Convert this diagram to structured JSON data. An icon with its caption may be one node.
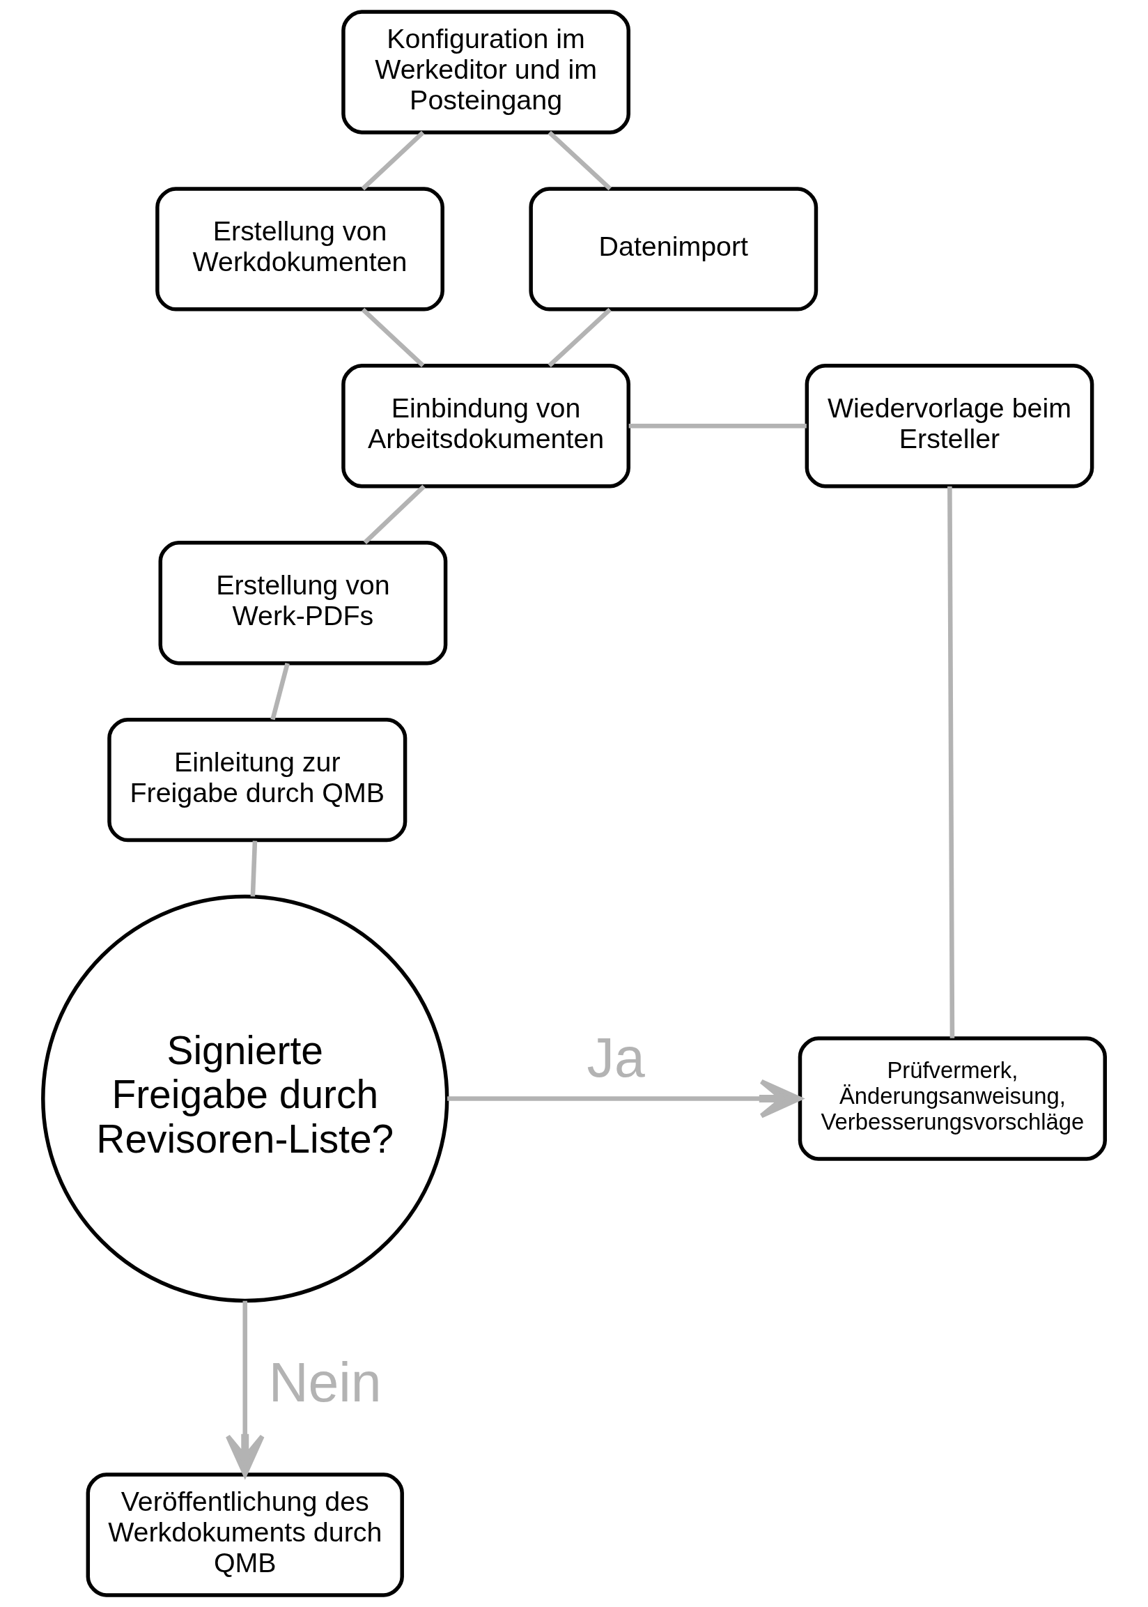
{
  "diagram": {
    "nodes": [
      {
        "text": [
          "Konfiguration im Werkeditor und im Posteingang"
        ]
      },
      {
        "text": [
          "Erstellung von Werkdokumenten"
        ]
      },
      {
        "text": [
          "Datenimport"
        ]
      },
      {
        "text": [
          "Wiedervorlage beim Ersteller"
        ]
      },
      {
        "text": [
          "Einbindung von Arbeitsdokumenten"
        ]
      },
      {
        "text": [
          "Erstellung von Werk-PDFs"
        ]
      },
      {
        "text": [
          "Einleitung zur Freigabe durch QMB"
        ]
      },
      {
        "text": [
          "Prüfvermerk, Änderungsanweisung, Verbesserungsvorschläge"
        ]
      },
      {
        "text": [
          "Signierte Freigabe durch Revisoren-Liste?"
        ]
      },
      {
        "text": [
          "Veröffentlichung des Werkdokuments durch QMB"
        ]
      }
    ],
    "edges": [
      {
        "from": 0,
        "to": 1,
        "arrow": "none"
      },
      {
        "from": 0,
        "to": 2,
        "arrow": "none"
      },
      {
        "from": 1,
        "to": 4,
        "arrow": "none"
      },
      {
        "from": 2,
        "to": 4,
        "arrow": "none"
      },
      {
        "from": 4,
        "to": 3,
        "arrow": "none"
      },
      {
        "from": 4,
        "to": 5,
        "arrow": "none"
      },
      {
        "from": 5,
        "to": 6,
        "arrow": "none"
      },
      {
        "from": 6,
        "to": 8,
        "arrow": "none"
      },
      {
        "from": 8,
        "to": 7,
        "arrow": "to",
        "label": "Ja"
      },
      {
        "from": 8,
        "to": 9,
        "arrow": "to",
        "label": "Nein"
      },
      {
        "from": 3,
        "to": 7,
        "arrow": "none"
      }
    ]
  }
}
